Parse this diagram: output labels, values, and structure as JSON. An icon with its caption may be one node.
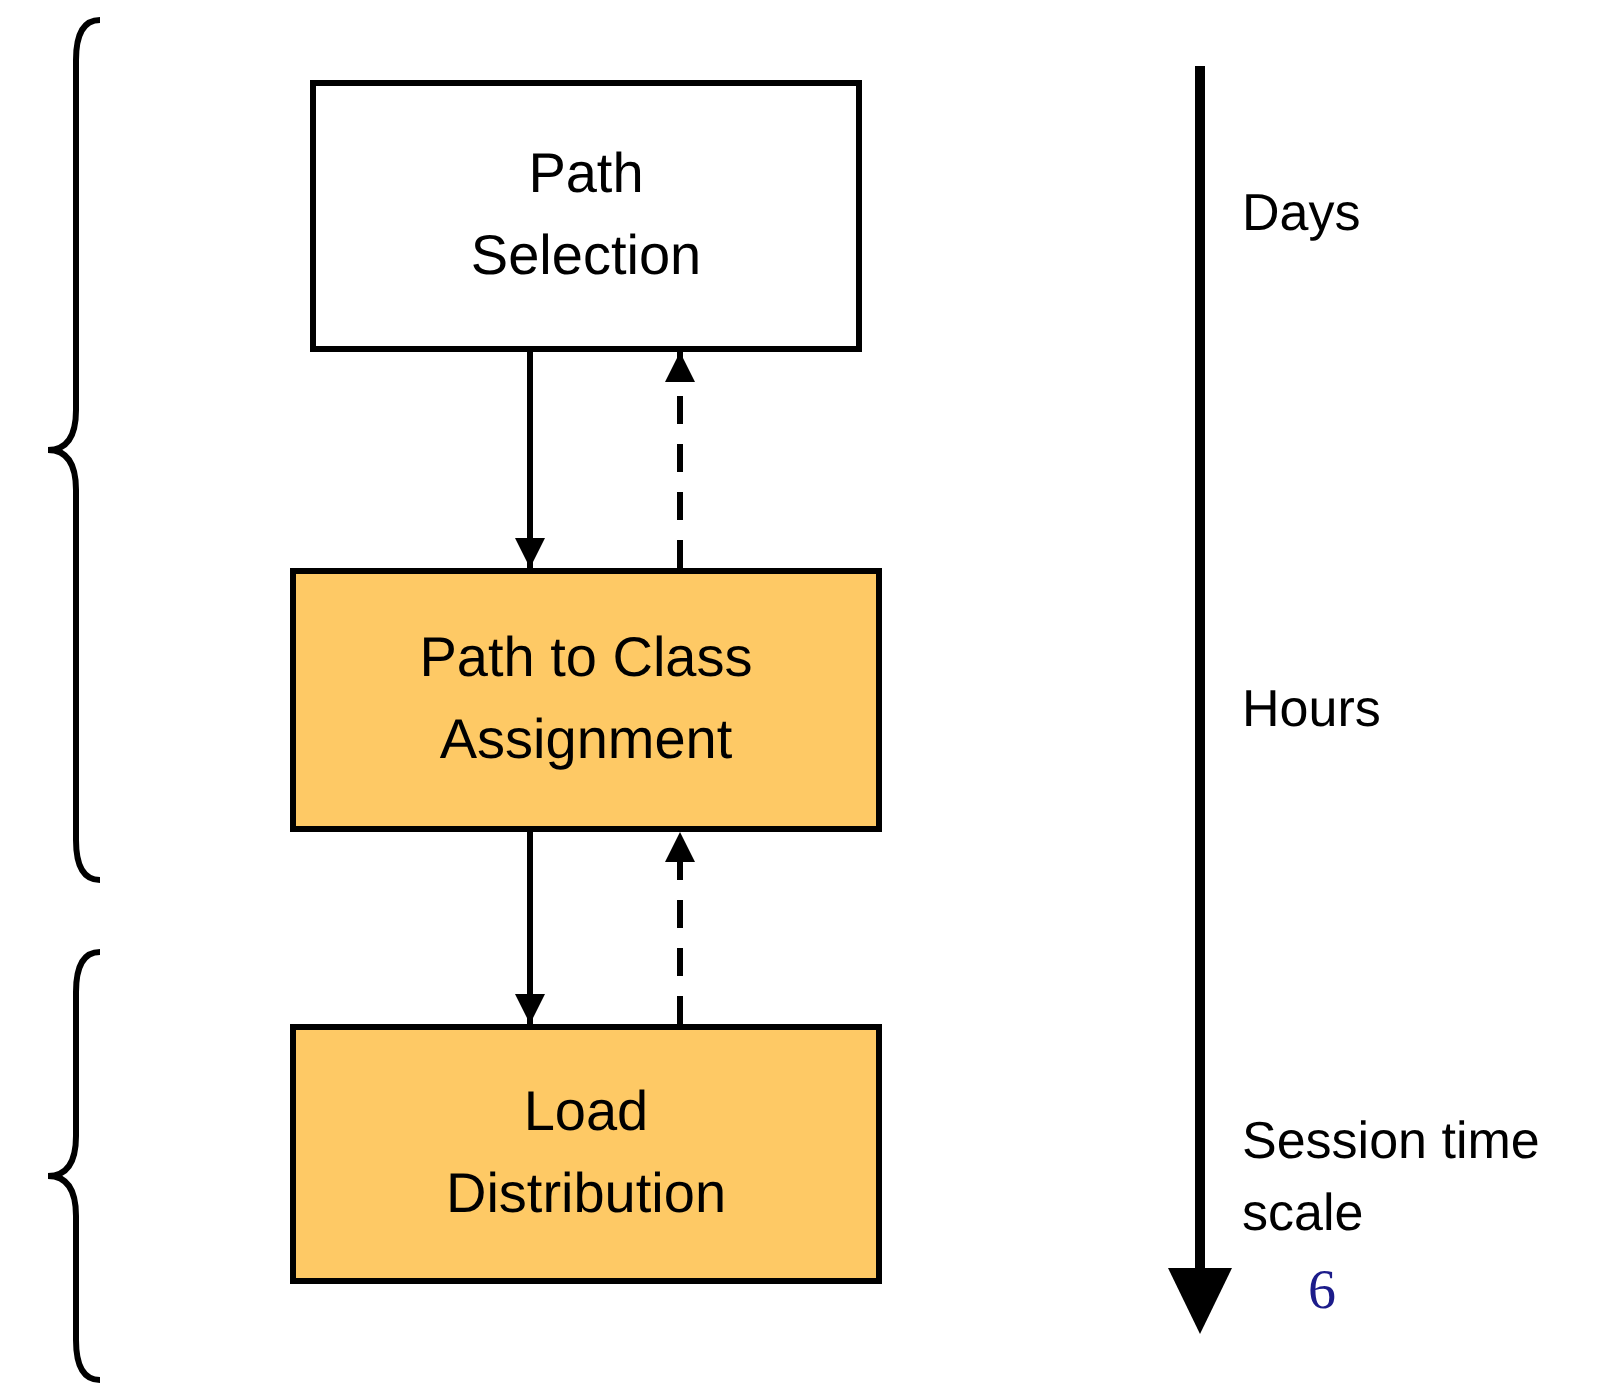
{
  "diagram": {
    "nodes": [
      {
        "text": [
          "Path Selection"
        ]
      },
      {
        "text": [
          "Path to Class Assignment"
        ]
      },
      {
        "text": [
          "Load Distribution"
        ]
      }
    ],
    "edges": [
      {
        "from": 0,
        "to": 1,
        "arrow": "to"
      },
      {
        "from": 1,
        "to": 0,
        "arrow": "to",
        "style": "dashed"
      },
      {
        "from": 1,
        "to": 2,
        "arrow": "to"
      },
      {
        "from": 2,
        "to": 1,
        "arrow": "to",
        "style": "dashed"
      }
    ],
    "labels": [
      "Days",
      "Hours",
      "Session time scale",
      "6"
    ]
  }
}
